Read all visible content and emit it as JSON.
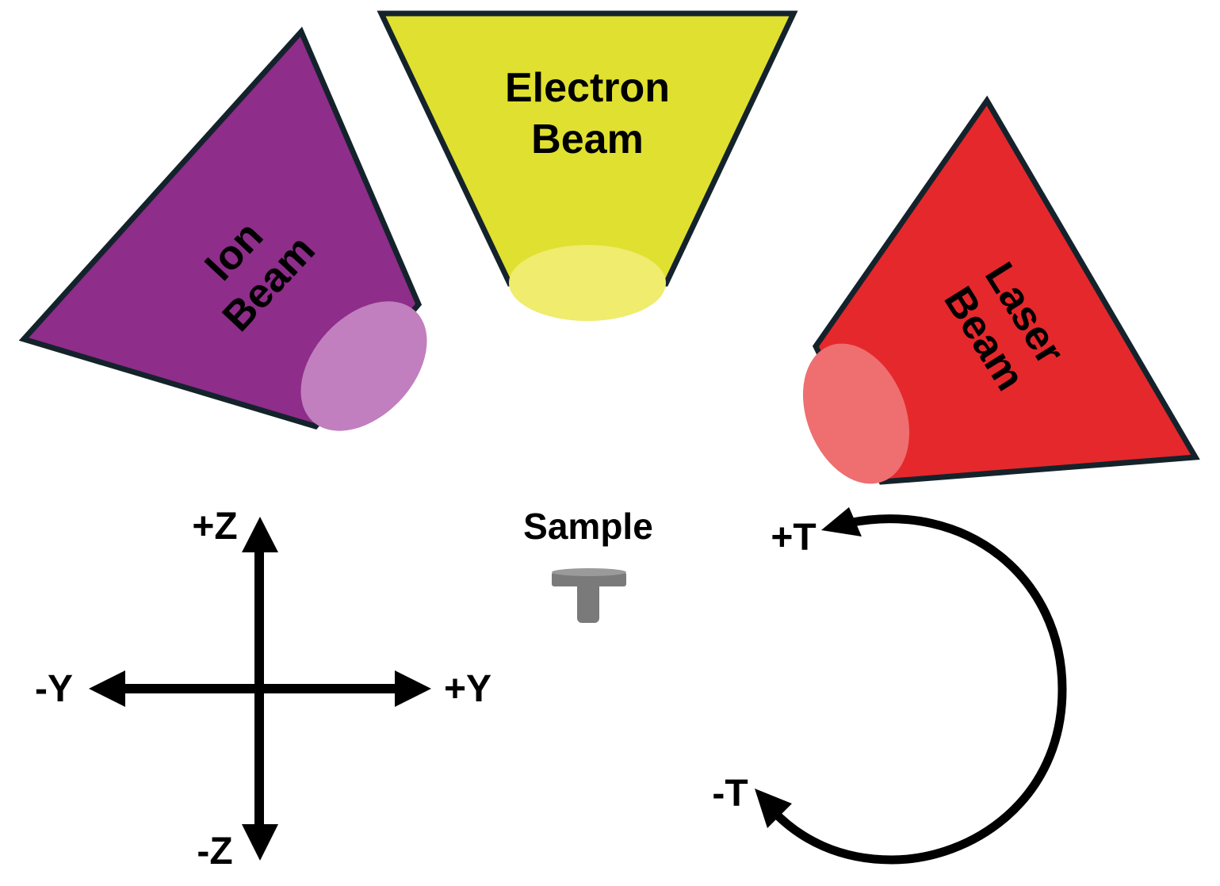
{
  "beams": {
    "ion": {
      "line1": "Ion",
      "line2": "Beam",
      "color": "#8E2D8A",
      "aperture_color": "#C17FBF"
    },
    "electron": {
      "line1": "Electron",
      "line2": "Beam",
      "color": "#E0E030",
      "aperture_color": "#EFEC6E"
    },
    "laser": {
      "line1": "Laser",
      "line2": "Beam",
      "color": "#E5282C",
      "aperture_color": "#EF6E70"
    }
  },
  "sample": {
    "label": "Sample",
    "color": "#7A7A7A"
  },
  "axes": {
    "plus_z": "+Z",
    "minus_z": "-Z",
    "plus_y": "+Y",
    "minus_y": "-Y"
  },
  "tilt": {
    "plus_t": "+T",
    "minus_t": "-T"
  },
  "colors": {
    "outline": "#14232B",
    "arrow": "#000000"
  }
}
